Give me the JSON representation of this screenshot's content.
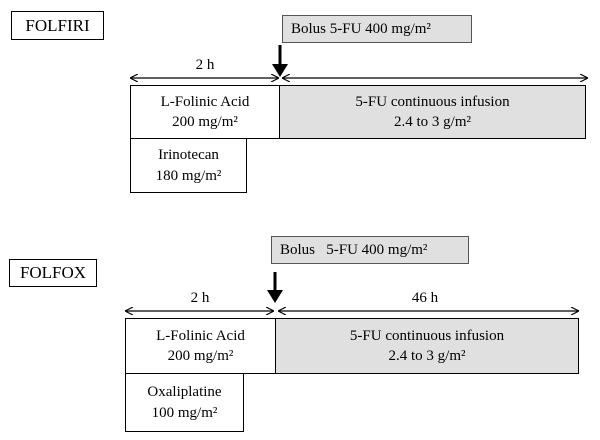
{
  "folfiri": {
    "title": "FOLFIRI",
    "bolus": "Bolus 5-FU 400 mg/m²",
    "duration_left": "2 h",
    "duration_right": "",
    "leucovorin": {
      "name": "L-Folinic Acid",
      "dose": "200 mg/m²"
    },
    "infusion": {
      "name": "5-FU continuous infusion",
      "dose": "2.4 to 3 g/m²"
    },
    "drug": {
      "name": "Irinotecan",
      "dose": "180 mg/m²"
    }
  },
  "folfox": {
    "title": "FOLFOX",
    "bolus": "Bolus   5-FU 400 mg/m²",
    "duration_left": "2 h",
    "duration_right": "46 h",
    "leucovorin": {
      "name": "L-Folinic Acid",
      "dose": "200 mg/m²"
    },
    "infusion": {
      "name": "5-FU continuous infusion",
      "dose": "2.4 to 3 g/m²"
    },
    "drug": {
      "name": "Oxaliplatine",
      "dose": "100 mg/m²"
    }
  },
  "colors": {
    "infusion_fill": "#e0e0e0",
    "line": "#000000"
  }
}
